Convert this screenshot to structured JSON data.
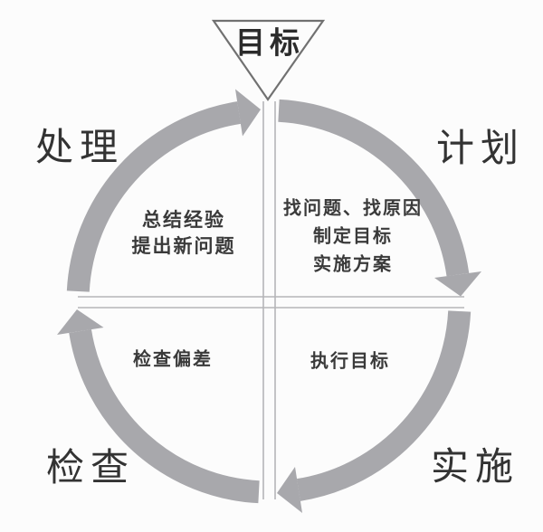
{
  "diagram": {
    "goal_label": "目标",
    "stages": {
      "act": {
        "label": "处理",
        "details": [
          "总结经验",
          "提出新问题"
        ]
      },
      "plan": {
        "label": "计划",
        "details": [
          "找问题、找原因",
          "制定目标",
          "实施方案"
        ]
      },
      "do": {
        "label": "实施",
        "details": [
          "执行目标"
        ]
      },
      "check": {
        "label": "检查",
        "details": [
          "检查偏差"
        ]
      }
    },
    "colors": {
      "arc": "#a8a8ac",
      "divider": "#b5b5b8",
      "triangle_stroke": "#717171",
      "text": "#2e2e2e"
    }
  }
}
